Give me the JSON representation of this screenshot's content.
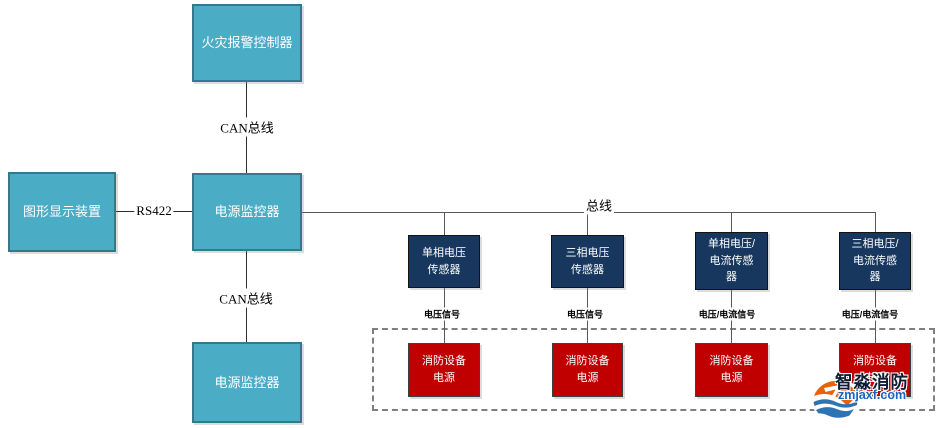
{
  "nodes": {
    "fire_alarm_controller": "火灾报警控制器",
    "graphic_display": "图形显示装置",
    "power_monitor_main": "电源监控器",
    "power_monitor_secondary": "电源监控器"
  },
  "links": {
    "can_bus_top": "CAN总线",
    "can_bus_bottom": "CAN总线",
    "rs422": "RS422",
    "bus": "总线"
  },
  "sensors": [
    {
      "label": "单相电压\n传感器",
      "signal": "电压信号"
    },
    {
      "label": "三相电压\n传感器",
      "signal": "电压信号"
    },
    {
      "label": "单相电压/\n电流传感\n器",
      "signal": "电压/电流信号"
    },
    {
      "label": "三相电压/\n电流传感\n器",
      "signal": "电压/电流信号"
    }
  ],
  "power_supplies": [
    {
      "label": "消防设备\n电源"
    },
    {
      "label": "消防设备\n电源"
    },
    {
      "label": "消防设备\n电源"
    },
    {
      "label": "消防设备\n电源"
    }
  ],
  "watermark": {
    "brand": "智淼消防",
    "site": "zmjaxf.com"
  },
  "colors": {
    "device_teal": "#4BACC6",
    "sensor_navy": "#17375E",
    "power_red": "#C00000",
    "line_dark": "#2E2E2E",
    "line_gray": "#595959",
    "dashed_border": "#7F7F7F",
    "watermark_orange": "#E8610E",
    "watermark_blue": "#2E74B5"
  }
}
